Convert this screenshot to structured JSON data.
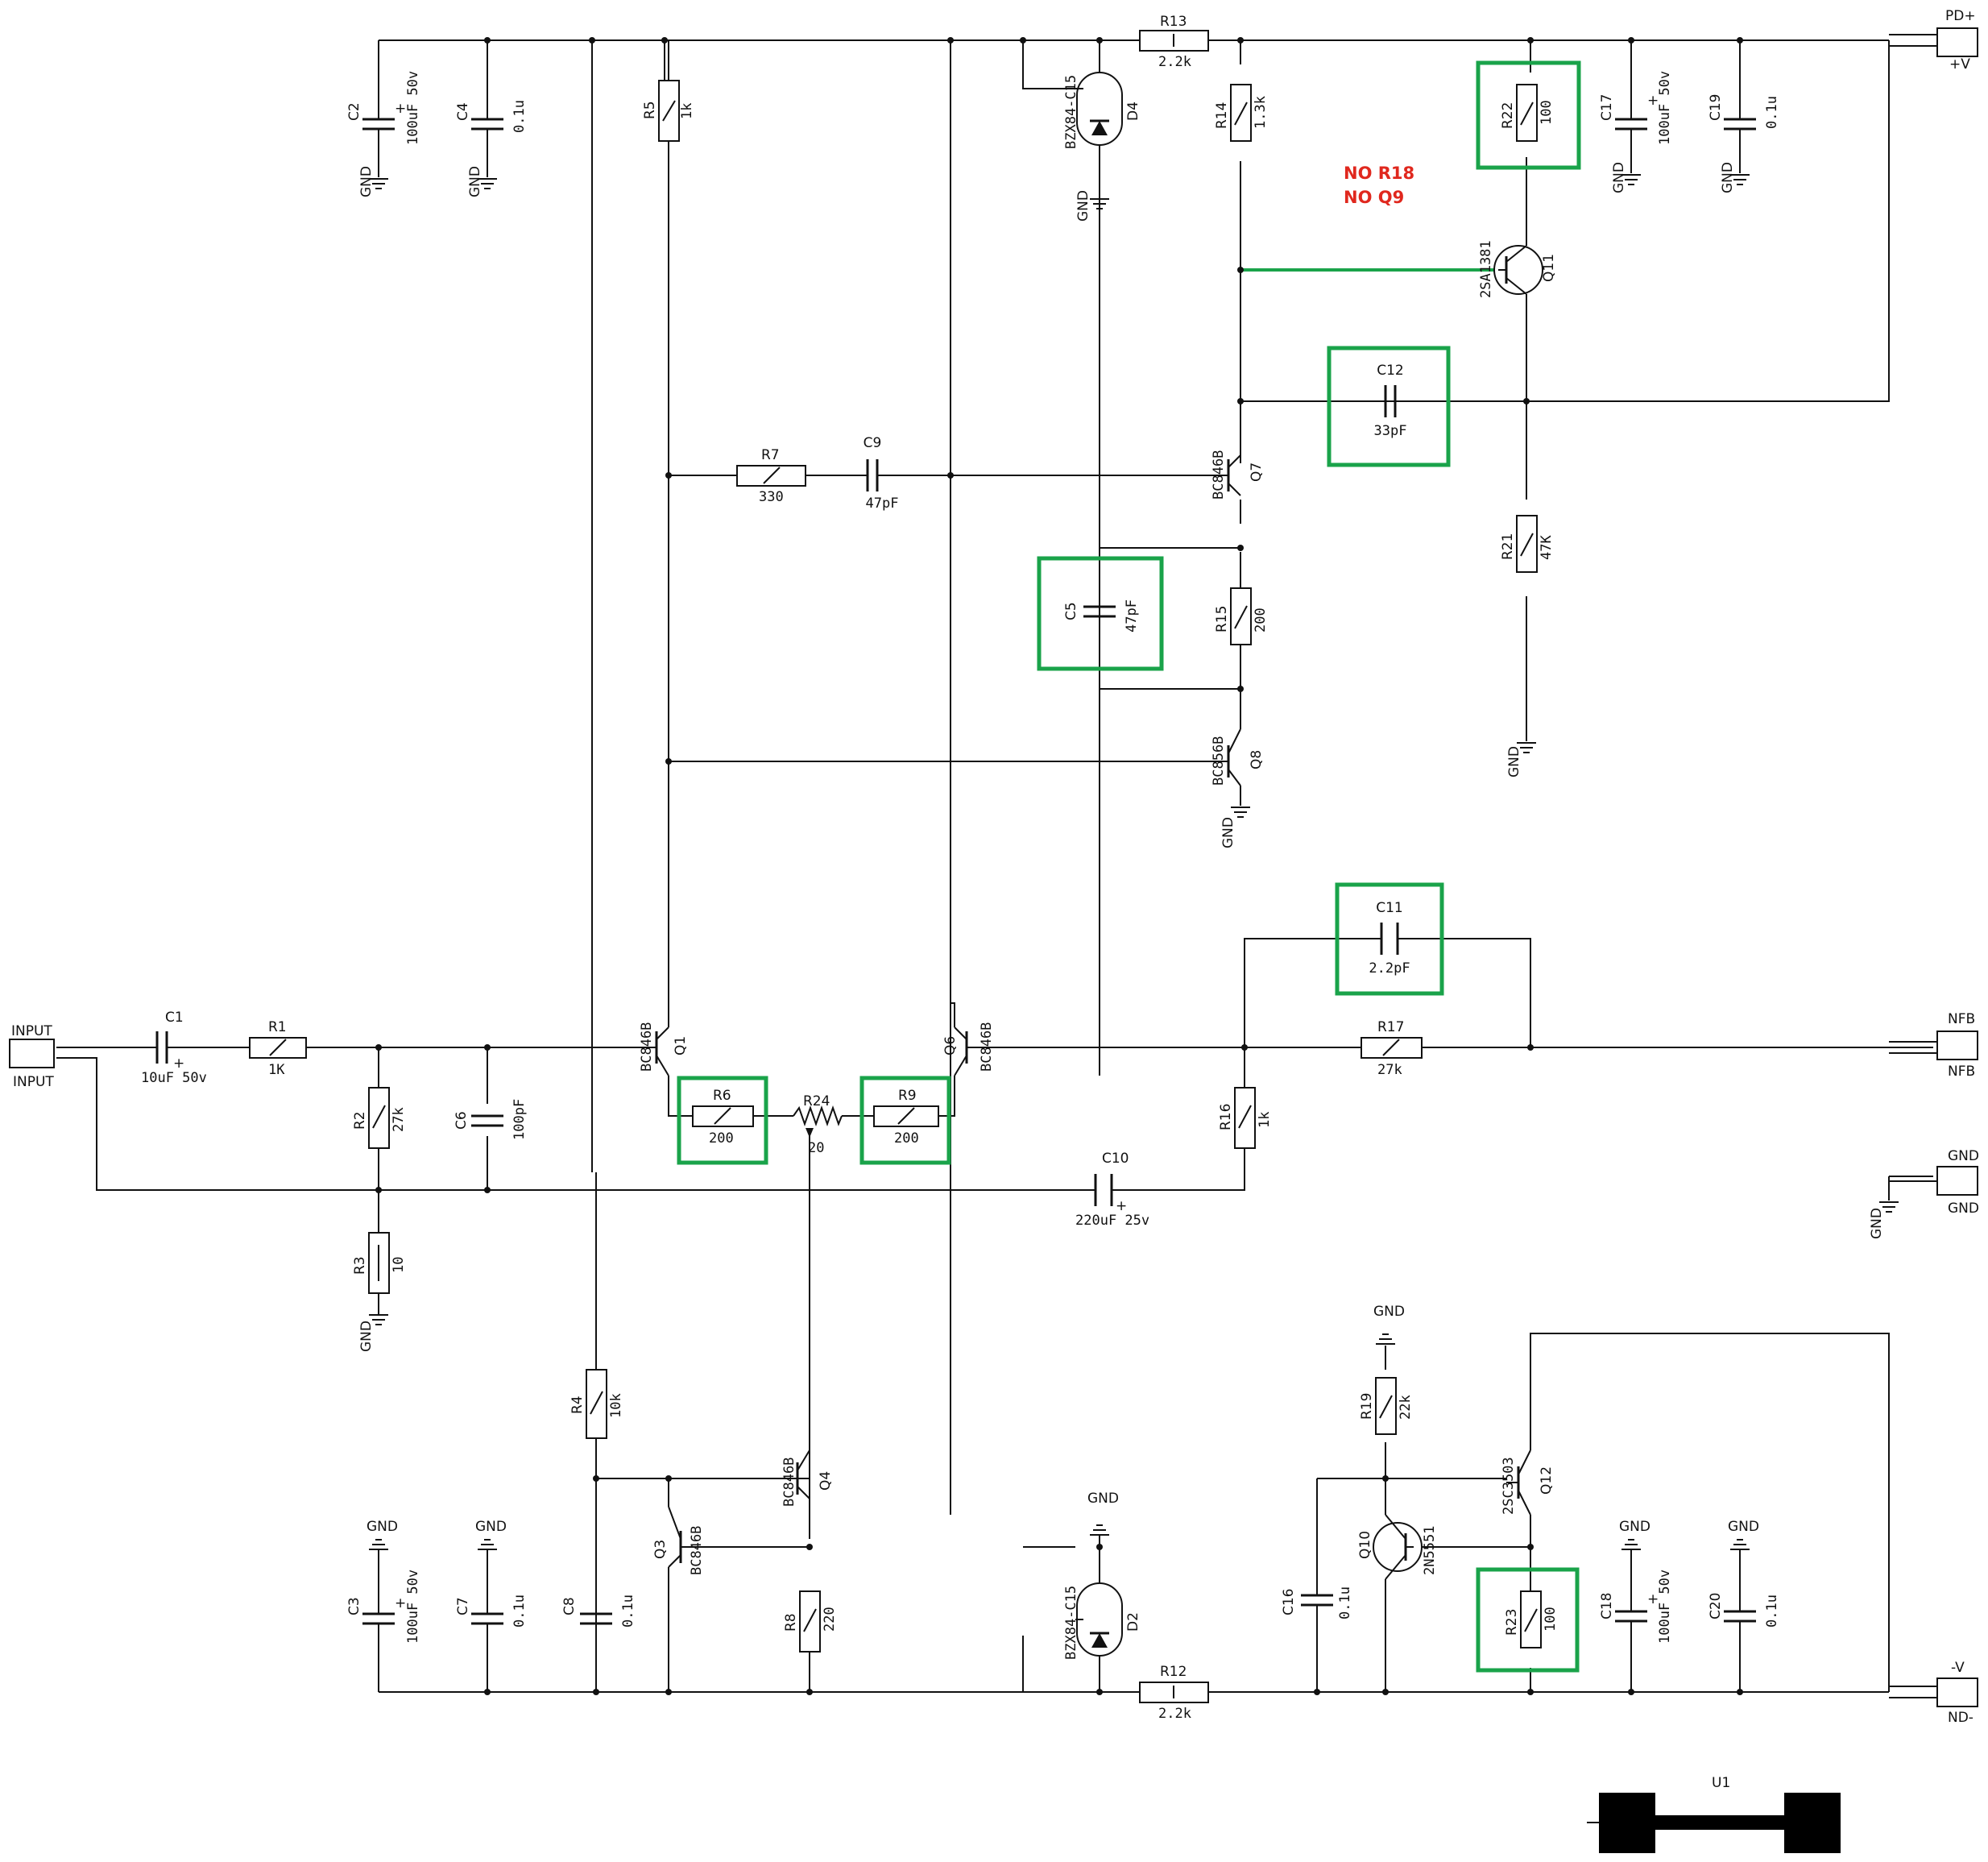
{
  "title": "",
  "notes": [
    "NO R18",
    "NO Q9"
  ],
  "connectors": {
    "input": "INPUT",
    "pd_plus": "PD+",
    "plus_v": "+V",
    "nfb": "NFB",
    "gnd": "GND",
    "minus_v": "-V",
    "nd_minus": "ND-"
  },
  "gnd": "GND",
  "resistors": {
    "R1": "1K",
    "R2": "27k",
    "R3": "10",
    "R4": "10k",
    "R5": "1k",
    "R6": "200",
    "R7": "330",
    "R8": "220",
    "R9": "200",
    "R12": "2.2k",
    "R13": "2.2k",
    "R14": "1.3k",
    "R15": "200",
    "R16": "1k",
    "R17": "27k",
    "R19": "22k",
    "R21": "47K",
    "R22": "100",
    "R23": "100",
    "R24": "20"
  },
  "capacitors": {
    "C1": "10uF 50v",
    "C2": "100uF 50v",
    "C3": "100uF 50v",
    "C4": "0.1u",
    "C5": "47pF",
    "C6": "100pF",
    "C7": "0.1u",
    "C8": "0.1u",
    "C9": "47pF",
    "C10": "220uF 25v",
    "C11": "2.2pF",
    "C12": "33pF",
    "C16": "0.1u",
    "C17": "100uF 50v",
    "C18": "100uF 50v",
    "C19": "0.1u",
    "C20": "0.1u"
  },
  "transistors": {
    "Q1": "BC846B",
    "Q3": "BC846B",
    "Q4": "BC846B",
    "Q6": "BC846B",
    "Q7": "BC846B",
    "Q8": "BC856B",
    "Q10": "2N5551",
    "Q11": "2SA1381",
    "Q12": "2SC3503"
  },
  "diodes": {
    "D2": "BZX84-C15",
    "D4": "BZX84-C15"
  },
  "u1": "U1",
  "highlighted": [
    "R6",
    "R9",
    "R22",
    "R23",
    "C5",
    "C11",
    "C12"
  ],
  "colors": {
    "highlight": "#1aa34a",
    "note": "#e0281e",
    "ink": "#111111"
  }
}
